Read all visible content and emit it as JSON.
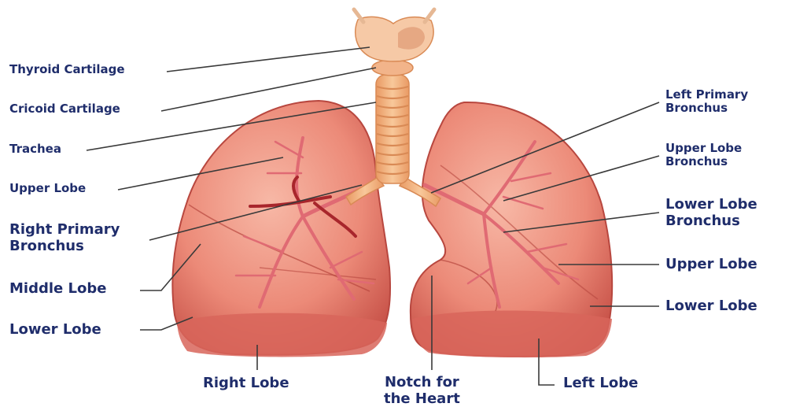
{
  "labels": {
    "thyroid_cartilage": "Thyroid Cartilage",
    "cricoid_cartilage": "Cricoid Cartilage",
    "trachea": "Trachea",
    "upper_lobe_left": "Upper Lobe",
    "right_primary_bronchus": "Right Primary\nBronchus",
    "middle_lobe": "Middle Lobe",
    "lower_lobe_left": "Lower Lobe",
    "right_lobe": "Right Lobe",
    "notch_for_heart": "Notch for\nthe Heart",
    "left_lobe": "Left Lobe",
    "left_primary_bronchus": "Left Primary\nBronchus",
    "upper_lobe_bronchus": "Upper Lobe\nBronchus",
    "lower_lobe_bronchus": "Lower Lobe\nBronchus",
    "upper_lobe_right": "Upper Lobe",
    "lower_lobe_right": "Lower Lobe"
  },
  "colors": {
    "label_text": "#1f2d6b",
    "leader_line": "#3a3a3a",
    "lung_fill": "#ec8a78",
    "lung_dark": "#c9544a",
    "lung_light": "#f6b5a3",
    "trachea_fill": "#f4b07c",
    "trachea_ring": "#d98a55",
    "bronchi_fill": "#e87f86"
  }
}
